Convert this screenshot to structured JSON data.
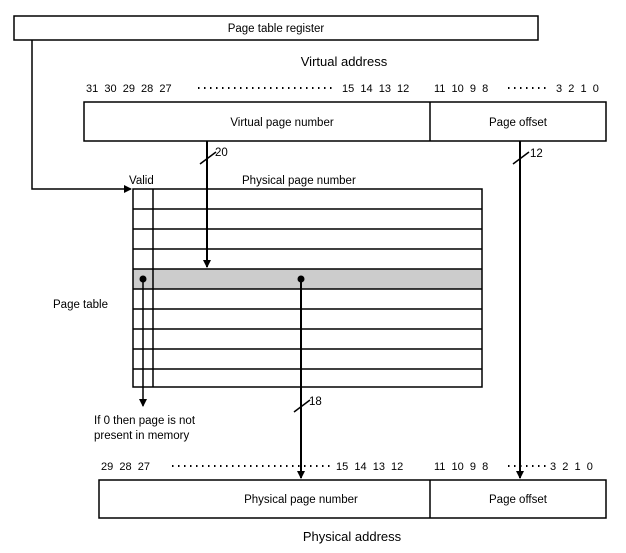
{
  "page_table_register": "Page table register",
  "virtual_address": {
    "title": "Virtual address",
    "bits_left": "31  30  29  28  27",
    "bits_mid": "15  14  13  12",
    "bits_right": "11  10  9  8",
    "bits_low": "3  2  1  0",
    "field_page_number": "Virtual page number",
    "field_offset": "Page offset"
  },
  "page_table": {
    "label": "Page table",
    "valid_header": "Valid",
    "ppn_header": "Physical page number",
    "not_present_line1": "If 0 then page is not",
    "not_present_line2": "present in memory"
  },
  "widths": {
    "vpn_bits": "20",
    "offset_bits": "12",
    "ppn_bits": "18"
  },
  "physical_address": {
    "title": "Physical address",
    "bits_left": "29  28  27",
    "bits_mid": "15  14  13  12",
    "bits_right": "11  10  9  8",
    "bits_low": "3  2  1  0",
    "field_page_number": "Physical page number",
    "field_offset": "Page offset"
  },
  "colors": {
    "highlight_row": "#cccccc",
    "stroke": "#000000"
  }
}
